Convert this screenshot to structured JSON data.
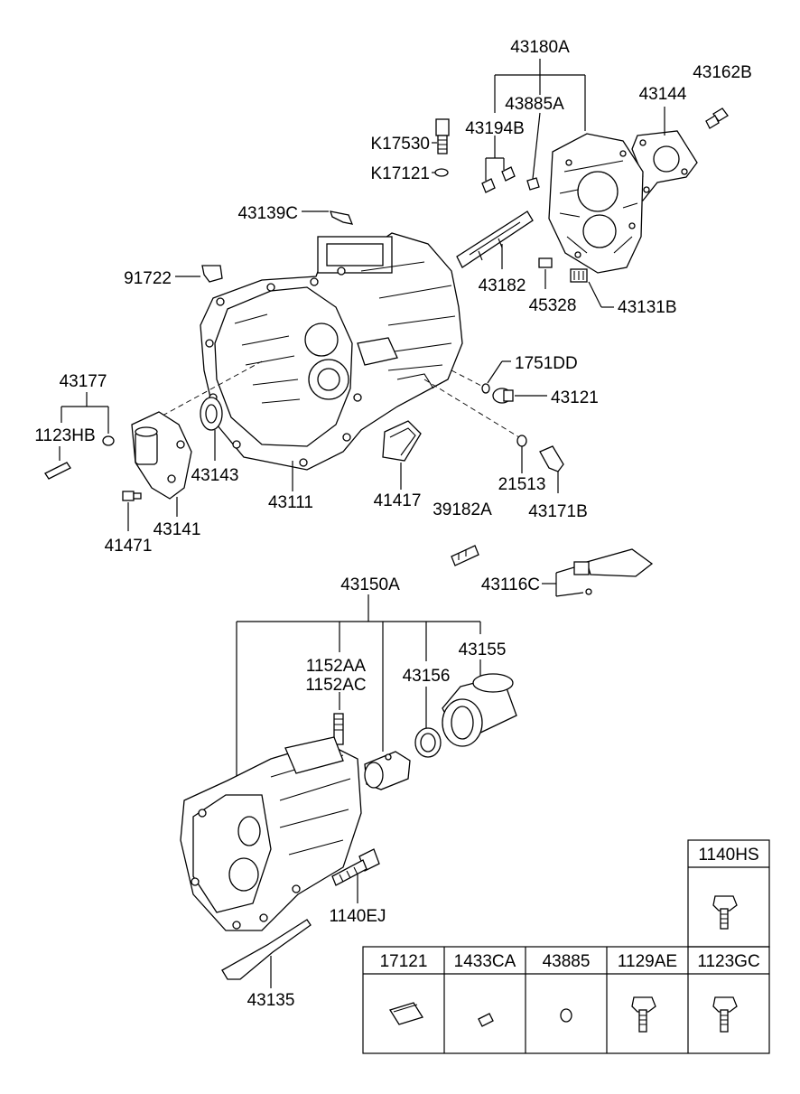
{
  "parts": {
    "p43180A": "43180A",
    "p43162B": "43162B",
    "p43144": "43144",
    "p43885A": "43885A",
    "p43194B": "43194B",
    "pK17530": "K17530",
    "pK17121": "K17121",
    "p43139C": "43139C",
    "p91722": "91722",
    "p43182": "43182",
    "p45328": "45328",
    "p43131B": "43131B",
    "p1751DD": "1751DD",
    "p43121": "43121",
    "p43177": "43177",
    "p1123HB": "1123HB",
    "p43143": "43143",
    "p43111": "43111",
    "p41417": "41417",
    "p21513": "21513",
    "p43171B": "43171B",
    "p39182A": "39182A",
    "p41471": "41471",
    "p43141": "43141",
    "p43116C": "43116C",
    "p43150A": "43150A",
    "p43155": "43155",
    "p1152AA": "1152AA",
    "p1152AC": "1152AC",
    "p43156": "43156",
    "p1140EJ": "1140EJ",
    "p43135": "43135"
  },
  "table": {
    "top_header": "1140HS",
    "headers": [
      "17121",
      "1433CA",
      "43885",
      "1129AE",
      "1123GC"
    ]
  }
}
